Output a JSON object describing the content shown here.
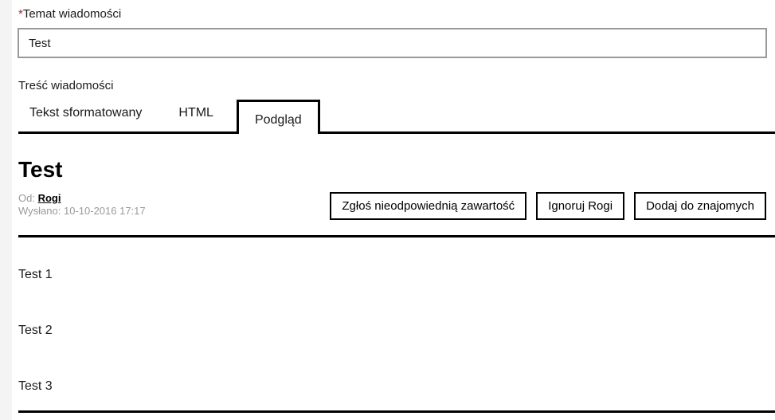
{
  "colors": {
    "required_asterisk": "#993333",
    "input_border": "#999999",
    "meta_text": "#9a9a9a",
    "tab_line": "#000000",
    "button_border": "#000000",
    "left_strip": "#f4f4f4"
  },
  "subject": {
    "required_mark": "*",
    "label": "Temat wiadomości",
    "value": "Test"
  },
  "body_section": {
    "label": "Treść wiadomości",
    "tabs": [
      {
        "label": "Tekst sformatowany",
        "active": false
      },
      {
        "label": "HTML",
        "active": false
      },
      {
        "label": "Podgląd",
        "active": true
      }
    ]
  },
  "preview": {
    "title": "Test",
    "from_label": "Od:",
    "author": "Rogi",
    "sent_label": "Wysłano:",
    "sent_value": "10-10-2016 17:17",
    "actions": [
      "Zgłoś nieodpowiednią zawartość",
      "Ignoruj Rogi",
      "Dodaj do znajomych"
    ],
    "paragraphs": [
      "Test 1",
      "Test 2",
      "Test 3"
    ]
  }
}
